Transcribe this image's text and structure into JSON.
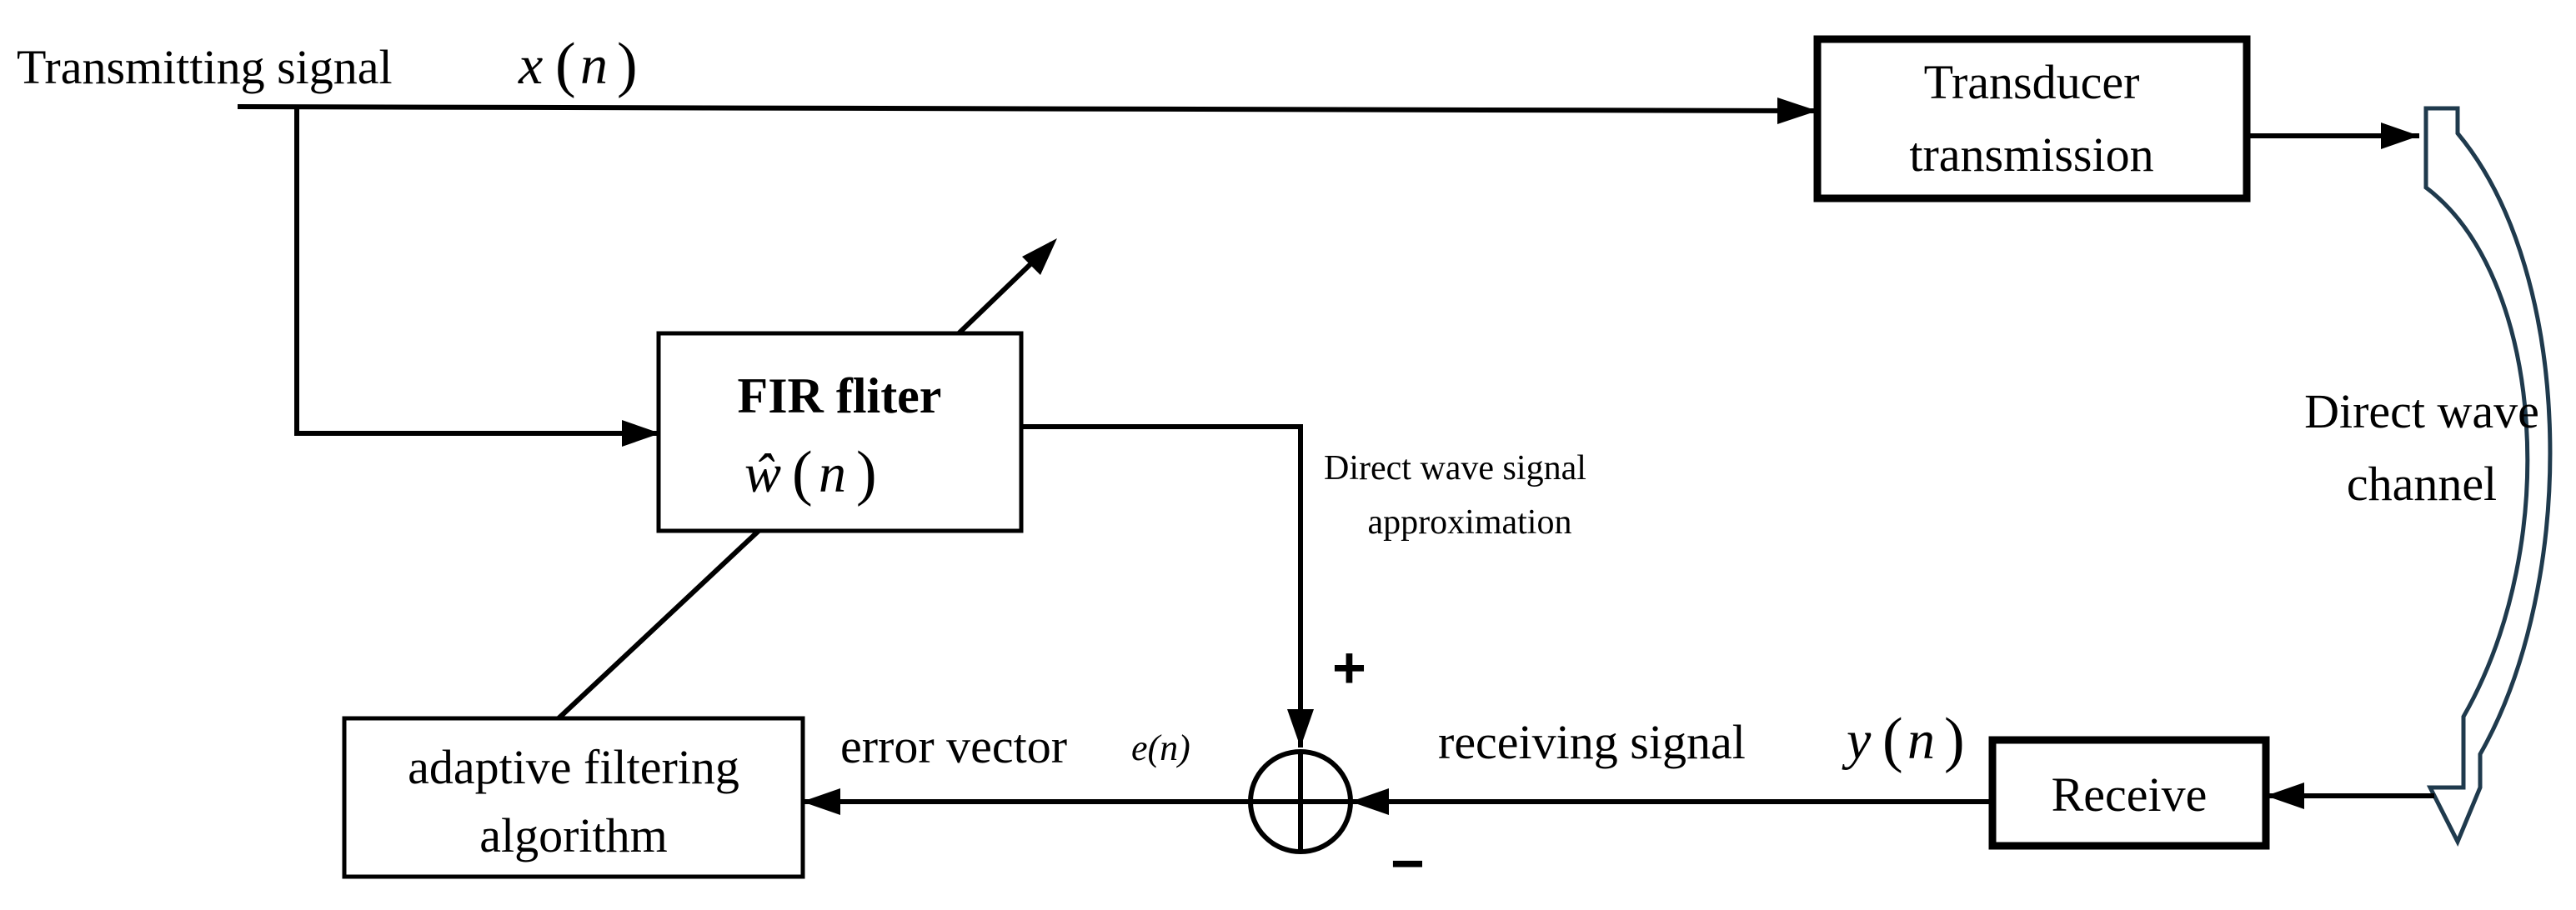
{
  "labels": {
    "transmitting_signal": "Transmitting signal",
    "transmitting_signal_var": "x",
    "transducer_line1": "Transducer",
    "transducer_line2": "transmission",
    "direct_wave_channel_line1": "Direct wave",
    "direct_wave_channel_line2": "channel",
    "fir_filter_title": "FIR fliter",
    "fir_filter_var": "ŵ",
    "approx_line1": "Direct wave signal",
    "approx_line2": "approximation",
    "plus": "+",
    "minus": "−",
    "receiving_signal": "receiving signal",
    "receiving_signal_var": "y",
    "receive": "Receive",
    "error_vector": "error vector",
    "error_vector_var": "e(n)",
    "adaptive_line1": "adaptive filtering",
    "adaptive_line2": "algorithm",
    "index_var": "n"
  },
  "colors": {
    "channel_stroke": "#1f3a4d",
    "line": "#000000"
  }
}
